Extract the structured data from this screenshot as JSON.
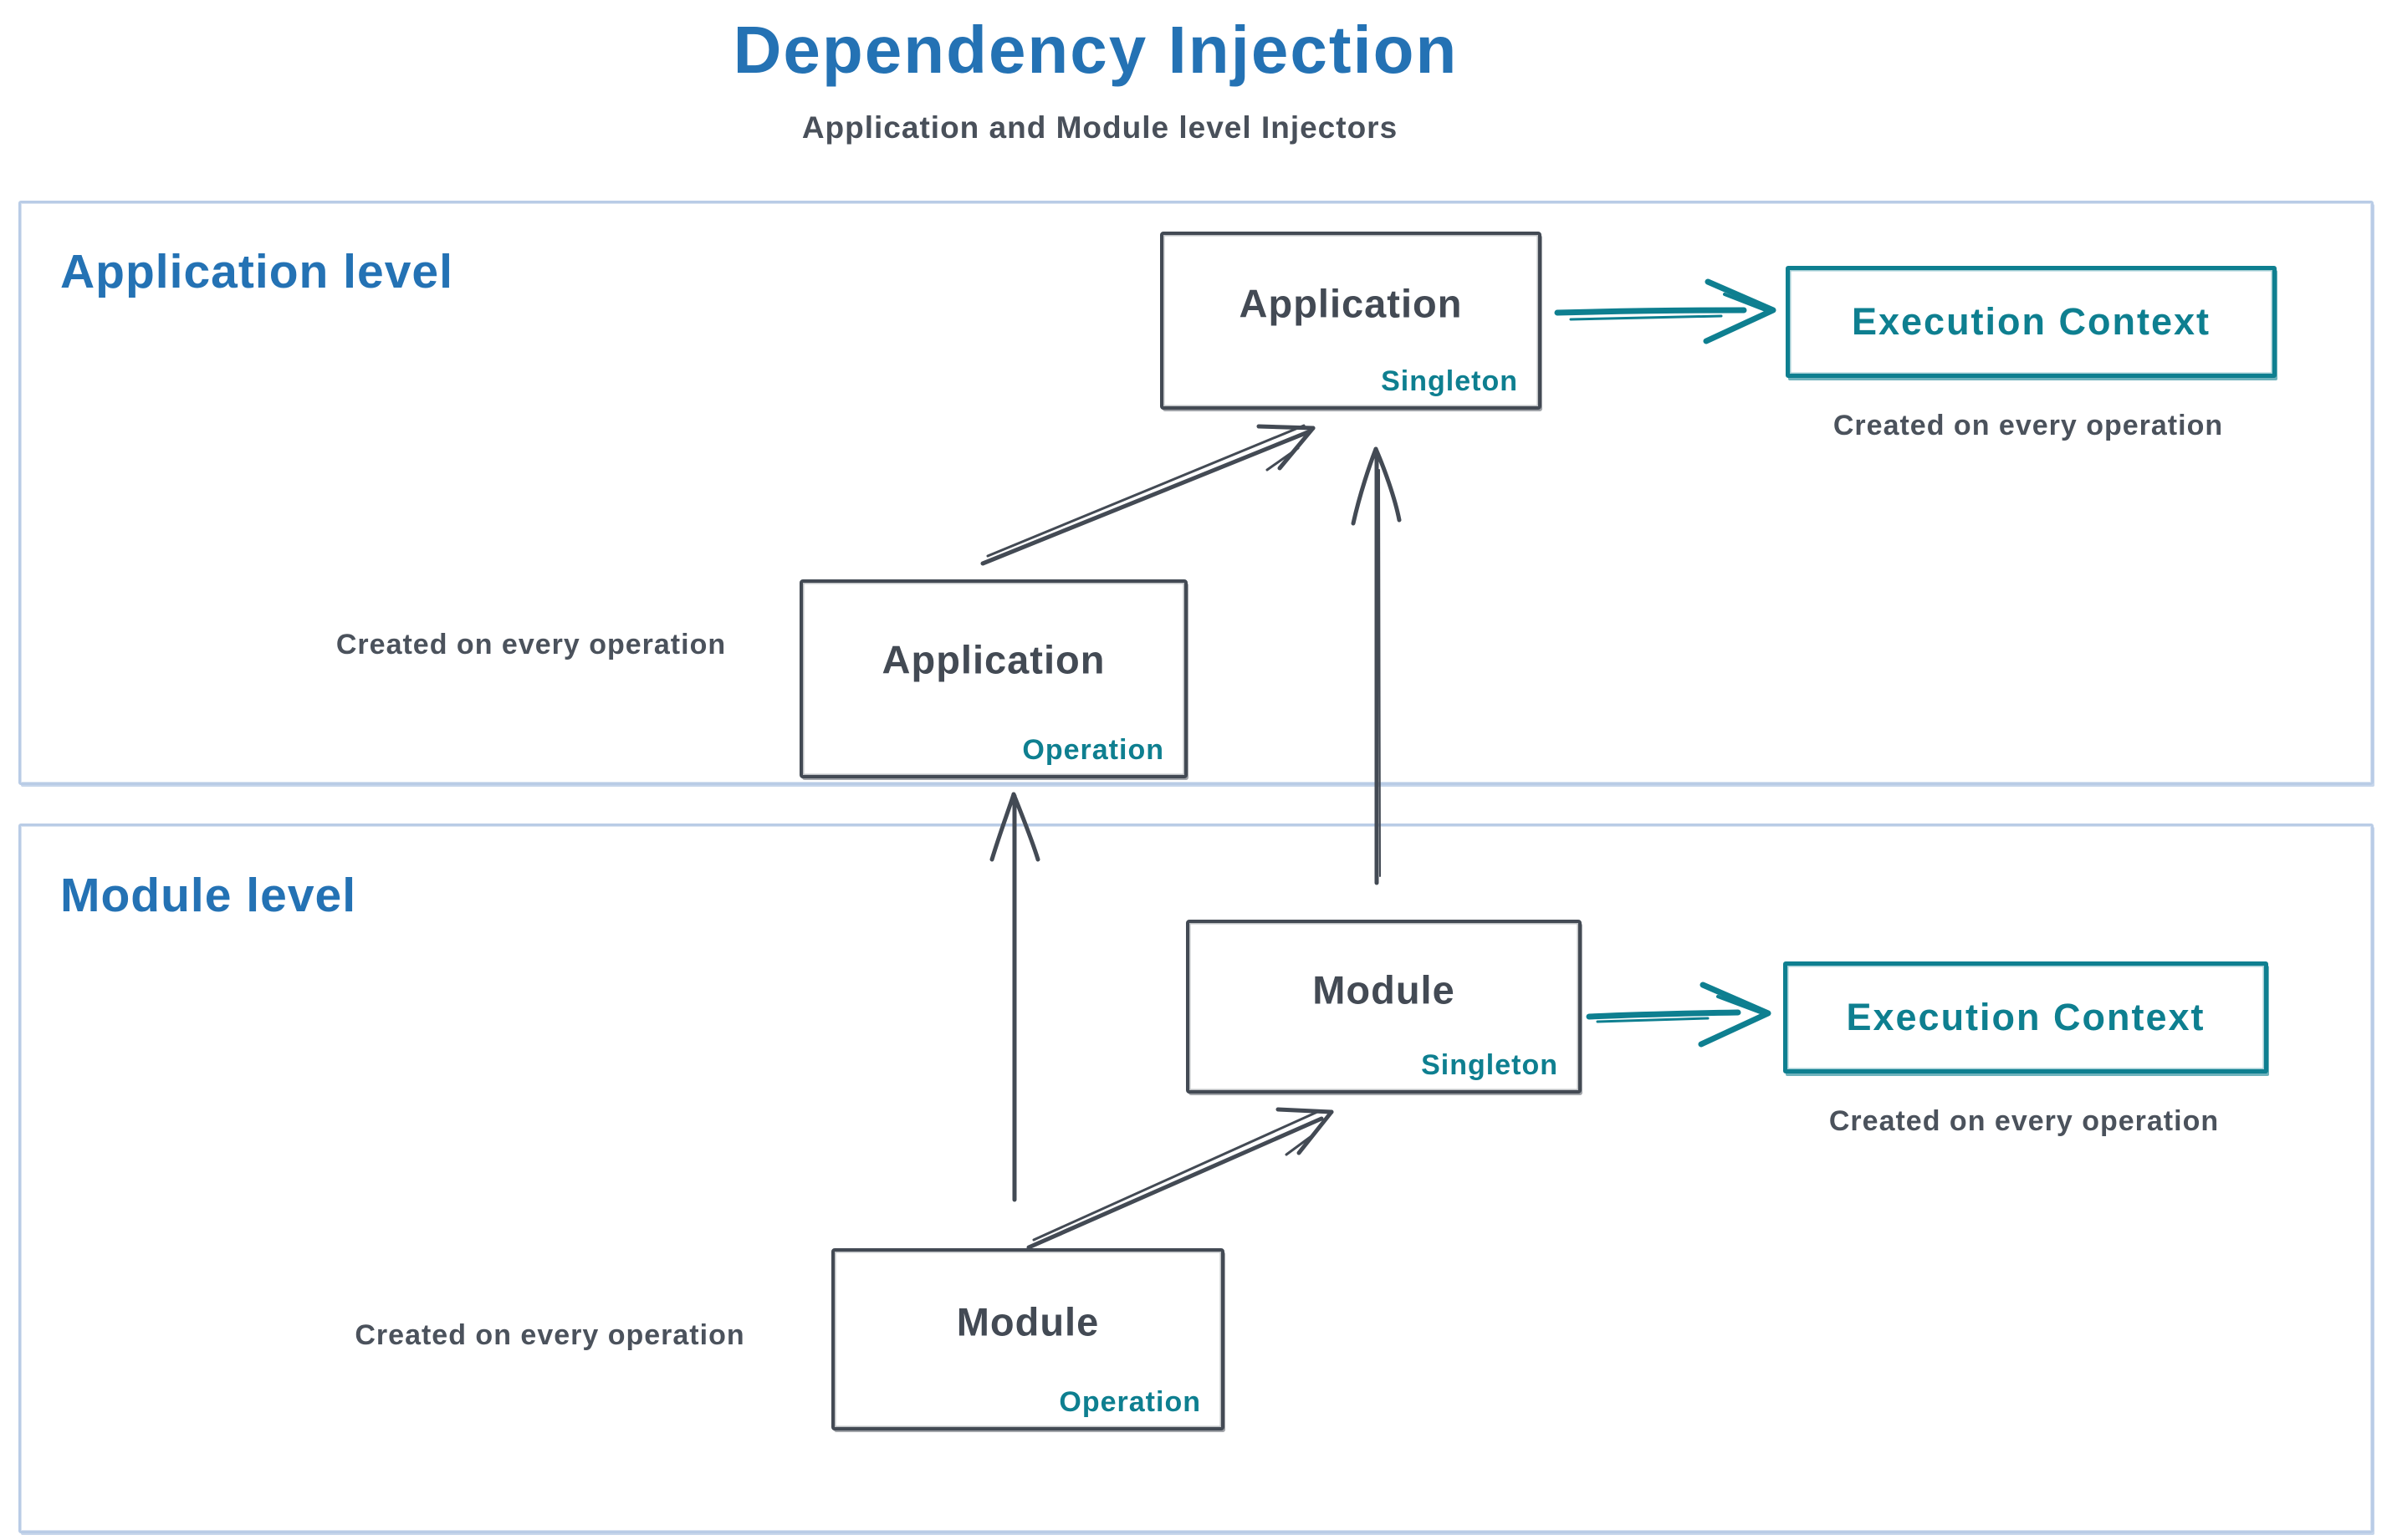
{
  "title": "Dependency Injection",
  "subtitle": "Application and Module level Injectors",
  "colors": {
    "title_blue": "#2472b4",
    "ink_dark": "#434a54",
    "teal": "#0e7f90",
    "container_border_blue": "#b9cce6",
    "background": "#ffffff"
  },
  "application_level": {
    "label": "Application level",
    "singleton_box": {
      "title": "Application",
      "scope": "Singleton"
    },
    "operation_box": {
      "title": "Application",
      "scope": "Operation"
    },
    "operation_caption": "Created on every operation",
    "execution_context": {
      "label": "Execution Context",
      "caption": "Created on every operation"
    }
  },
  "module_level": {
    "label": "Module level",
    "singleton_box": {
      "title": "Module",
      "scope": "Singleton"
    },
    "operation_box": {
      "title": "Module",
      "scope": "Operation"
    },
    "operation_caption": "Created on every operation",
    "execution_context": {
      "label": "Execution Context",
      "caption": "Created on every operation"
    }
  }
}
